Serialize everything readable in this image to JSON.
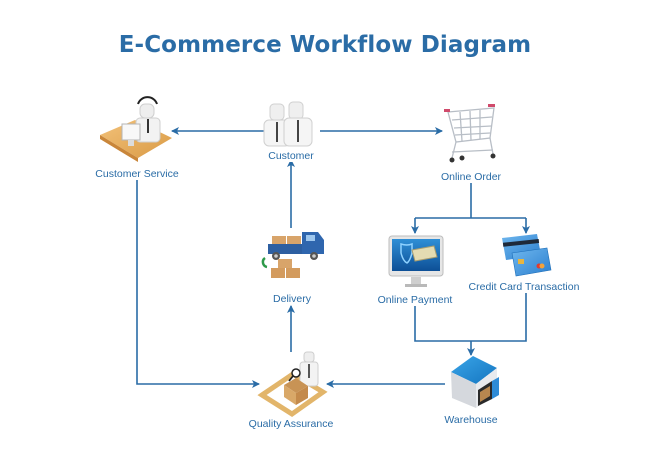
{
  "title": "E-Commerce Workflow Diagram",
  "colors": {
    "title": "#2a6ca6",
    "connector": "#2a6ca6",
    "label": "#2a6ca6"
  },
  "nodes": {
    "customer_service": {
      "label": "Customer Service",
      "icon": "customer-service-agent-icon"
    },
    "customer": {
      "label": "Customer",
      "icon": "customers-icon"
    },
    "online_order": {
      "label": "Online Order",
      "icon": "shopping-cart-icon"
    },
    "delivery": {
      "label": "Delivery",
      "icon": "delivery-truck-icon"
    },
    "online_payment": {
      "label": "Online Payment",
      "icon": "monitor-payment-icon"
    },
    "credit_card": {
      "label": "Credit Card Transaction",
      "icon": "credit-cards-icon"
    },
    "warehouse": {
      "label": "Warehouse",
      "icon": "warehouse-icon"
    },
    "quality_assurance": {
      "label": "Quality Assurance",
      "icon": "quality-inspection-icon"
    }
  },
  "edges": [
    {
      "from": "Customer",
      "to": "Customer Service"
    },
    {
      "from": "Customer",
      "to": "Online Order"
    },
    {
      "from": "Online Order",
      "to": "Online Payment"
    },
    {
      "from": "Online Order",
      "to": "Credit Card Transaction"
    },
    {
      "from": "Online Payment",
      "to": "Warehouse"
    },
    {
      "from": "Credit Card Transaction",
      "to": "Warehouse"
    },
    {
      "from": "Warehouse",
      "to": "Quality Assurance"
    },
    {
      "from": "Customer Service",
      "to": "Quality Assurance"
    },
    {
      "from": "Quality Assurance",
      "to": "Delivery"
    },
    {
      "from": "Delivery",
      "to": "Customer"
    }
  ]
}
